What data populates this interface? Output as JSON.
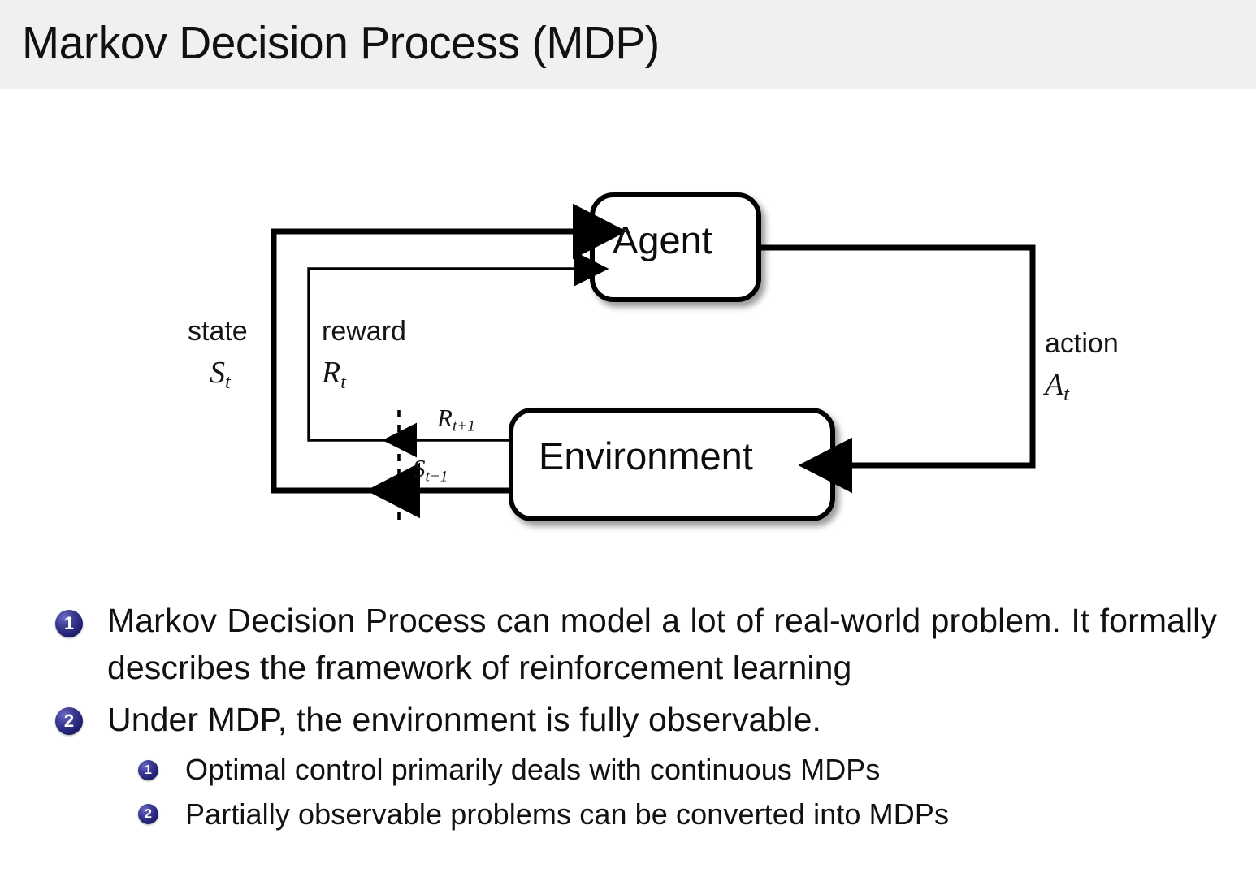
{
  "header": {
    "title": "Markov Decision Process (MDP)",
    "band_color": "#f0f0f0"
  },
  "diagram": {
    "name": "agent-environment-interaction-loop",
    "nodes": [
      {
        "id": "agent",
        "label": "Agent"
      },
      {
        "id": "environment",
        "label": "Environment"
      }
    ],
    "edge_labels": {
      "state_word": "state",
      "state_symbol": "S",
      "state_symbol_sub": "t",
      "reward_word": "reward",
      "reward_symbol": "R",
      "reward_symbol_sub": "t",
      "action_word": "action",
      "action_symbol": "A",
      "action_symbol_sub": "t",
      "next_reward_symbol": "R",
      "next_reward_sub": "t+1",
      "next_state_symbol": "S",
      "next_state_sub": "t+1"
    },
    "stroke_color": "#000000",
    "box_fill": "#ffffff"
  },
  "bullets": {
    "accent_color": "#23236e",
    "level1": [
      {
        "number": "1",
        "text": "Markov Decision Process can model a lot of real-world problem. It formally describes the framework of reinforcement learning"
      },
      {
        "number": "2",
        "text": "Under MDP, the environment is fully observable."
      }
    ],
    "level2": [
      {
        "number": "1",
        "text": "Optimal control primarily deals with continuous MDPs"
      },
      {
        "number": "2",
        "text": "Partially observable problems can be converted into MDPs"
      }
    ]
  }
}
